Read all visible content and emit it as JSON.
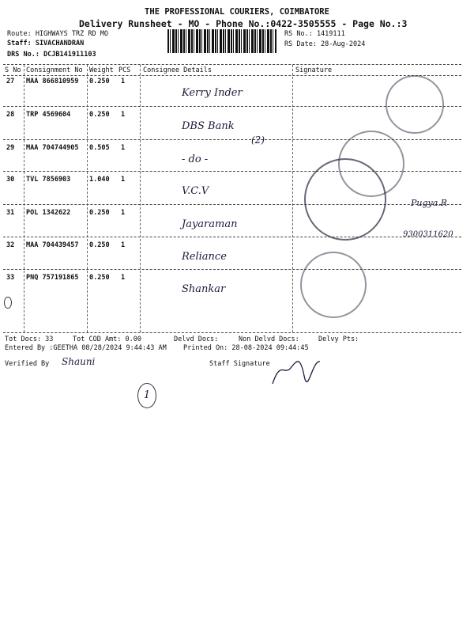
{
  "header": {
    "company": "THE PROFESSIONAL COURIERS, COIMBATORE",
    "title": "Delivery Runsheet - MO - Phone No.:0422-3505555 - Page No.:3",
    "route": "Route: HIGHWAYS TRZ RD MO",
    "staff": "Staff: SIVACHANDRAN",
    "drs": "DRS No.: DCJB141911103",
    "rs_no": "RS No.: 1419111",
    "rs_date": "RS Date: 28-Aug-2024"
  },
  "columns": [
    "S No",
    "Consignment No",
    "Weight",
    "PCS",
    "Consignee Details",
    "Signature"
  ],
  "rows": [
    {
      "sno": "27",
      "cons": "MAA 866810959",
      "weight": "0.250",
      "pcs": "1",
      "consignee": "Kerry Inder"
    },
    {
      "sno": "28",
      "cons": "TRP 4569604",
      "weight": "0.250",
      "pcs": "1",
      "consignee": "DBS Bank"
    },
    {
      "sno": "29",
      "cons": "MAA 704744905",
      "weight": "0.505",
      "pcs": "1",
      "consignee": "- do -"
    },
    {
      "sno": "30",
      "cons": "TVL 7856903",
      "weight": "1.040",
      "pcs": "1",
      "consignee": "V.C.V"
    },
    {
      "sno": "31",
      "cons": "POL 1342622",
      "weight": "0.250",
      "pcs": "1",
      "consignee": "Jayaraman"
    },
    {
      "sno": "32",
      "cons": "MAA 704439457",
      "weight": "0.250",
      "pcs": "1",
      "consignee": "Reliance"
    },
    {
      "sno": "33",
      "cons": "PNQ 757191865",
      "weight": "0.250",
      "pcs": "1",
      "consignee": "Shankar"
    }
  ],
  "notes": {
    "bracket": "(2)",
    "sig_row30": "Pugya.R",
    "sig_row31": "9300311620",
    "circled": "1"
  },
  "footer": {
    "tot_docs": "Tot Docs:  33",
    "tot_cod": "Tot COD Amt:     0.00",
    "delvd": "Delvd Docs:",
    "non_delvd": "Non Delvd Docs:",
    "delvy_pts": "Delvy Pts:",
    "entered": "Entered By :GEETHA 08/28/2024 9:44:43 AM",
    "printed": "Printed On: 28-08-2024 09:44:45",
    "verified": "Verified By",
    "verified_sig": "Shauni",
    "staff_sig": "Staff Signature"
  }
}
